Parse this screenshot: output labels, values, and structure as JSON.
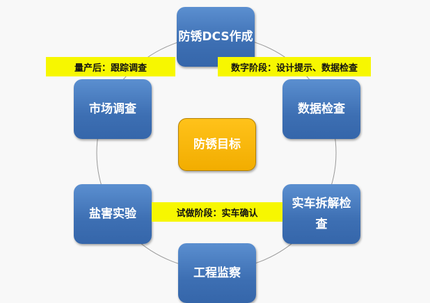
{
  "center": "防锈目标",
  "nodes": {
    "top": "防锈DCS作成",
    "right_top": "数据检查",
    "right_bottom": "实车拆解检查",
    "bottom": "工程监察",
    "left_bottom": "盐害实验",
    "left_top": "市场调查"
  },
  "labels": {
    "mass_production": "量产后：跟踪调查",
    "digital_stage": "数字阶段：设计提示、数据检查",
    "trial_stage": "试做阶段：实车确认"
  },
  "colors": {
    "node": "#4a7fc2",
    "center": "#f7b500",
    "label": "#f7f700"
  }
}
